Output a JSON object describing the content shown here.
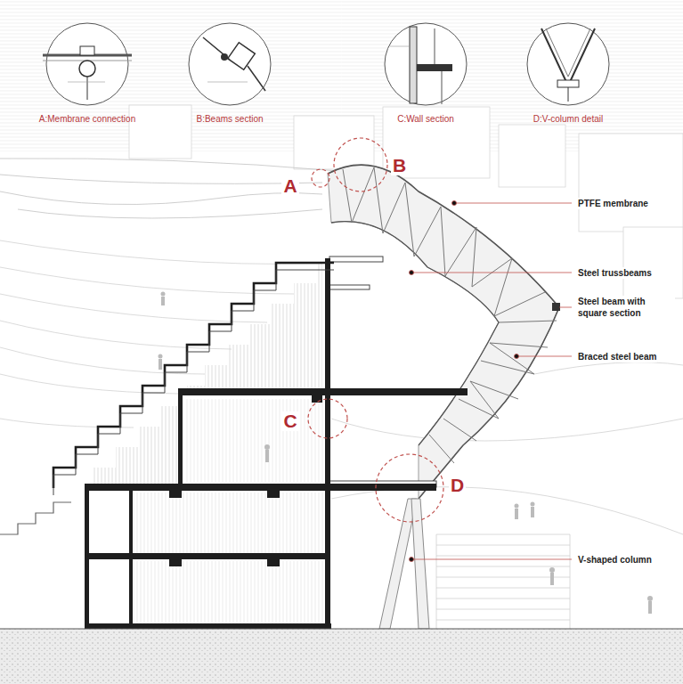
{
  "diagram": {
    "nodes": [
      {
        "text": [
          "A:Membrane connection"
        ]
      },
      {
        "text": [
          "B:Beams section"
        ]
      },
      {
        "text": [
          "C:Wall section"
        ]
      },
      {
        "text": [
          "D:V-column detail"
        ]
      },
      {
        "text": [
          "A"
        ]
      },
      {
        "text": [
          "B"
        ]
      },
      {
        "text": [
          "C"
        ]
      },
      {
        "text": [
          "D"
        ]
      }
    ],
    "labels": [
      "PTFE membrane",
      "Steel trussbeams",
      "Steel beam with square section",
      "Braced steel beam",
      "V-shaped column"
    ]
  }
}
